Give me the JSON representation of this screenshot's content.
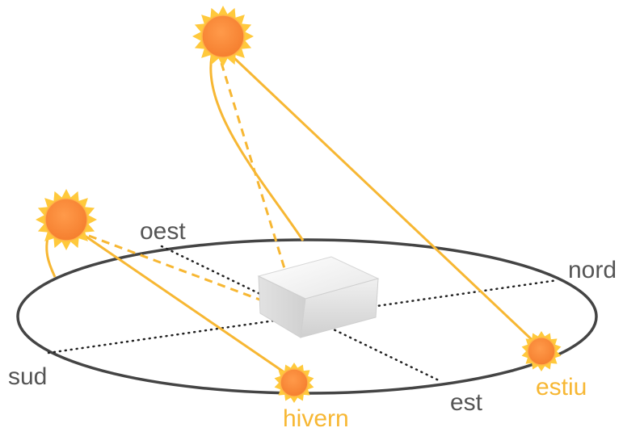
{
  "labels": {
    "oest": "oest",
    "nord": "nord",
    "sud": "sud",
    "est": "est",
    "estiu": "estiu",
    "hivern": "hivern"
  },
  "colors": {
    "ray": "#f7b733",
    "sun_core": "#ff8b3d",
    "sun_rays": "#ffc93c",
    "ellipse": "#444444",
    "axis": "#222222",
    "direction_text": "#555555",
    "season_text": "#f7b733",
    "building": "#e8e8e8"
  },
  "icons": {
    "sun": "sun-icon",
    "building": "building-icon"
  }
}
